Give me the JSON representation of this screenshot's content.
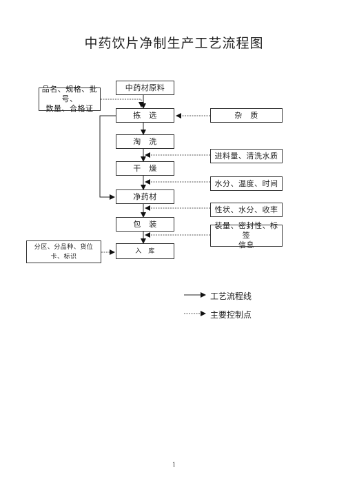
{
  "title": "中药饮片净制生产工艺流程图",
  "steps": {
    "raw": "中药材原料",
    "pick": "拣　选",
    "wash": "淘　洗",
    "dry": "干　燥",
    "clean": "净药材",
    "pack": "包　装",
    "store": "入　库"
  },
  "inputs": {
    "raw_info_line1": "品名、规格、批号、",
    "raw_info_line2": "数量、合格证",
    "store_info_line1": "分区、分品种、货位",
    "store_info_line2": "卡、标识"
  },
  "controls": {
    "impurity": "杂　质",
    "wash_ctrl": "进料量、清洗水质",
    "dry_ctrl": "水分、温度、时间",
    "clean_ctrl": "性状、水分、收率",
    "pack_ctrl_line1": "装量、密封性、标签",
    "pack_ctrl_line2": "信息"
  },
  "legend": {
    "process_line": "工艺流程线",
    "control_point": "主要控制点"
  },
  "page_number": "1"
}
